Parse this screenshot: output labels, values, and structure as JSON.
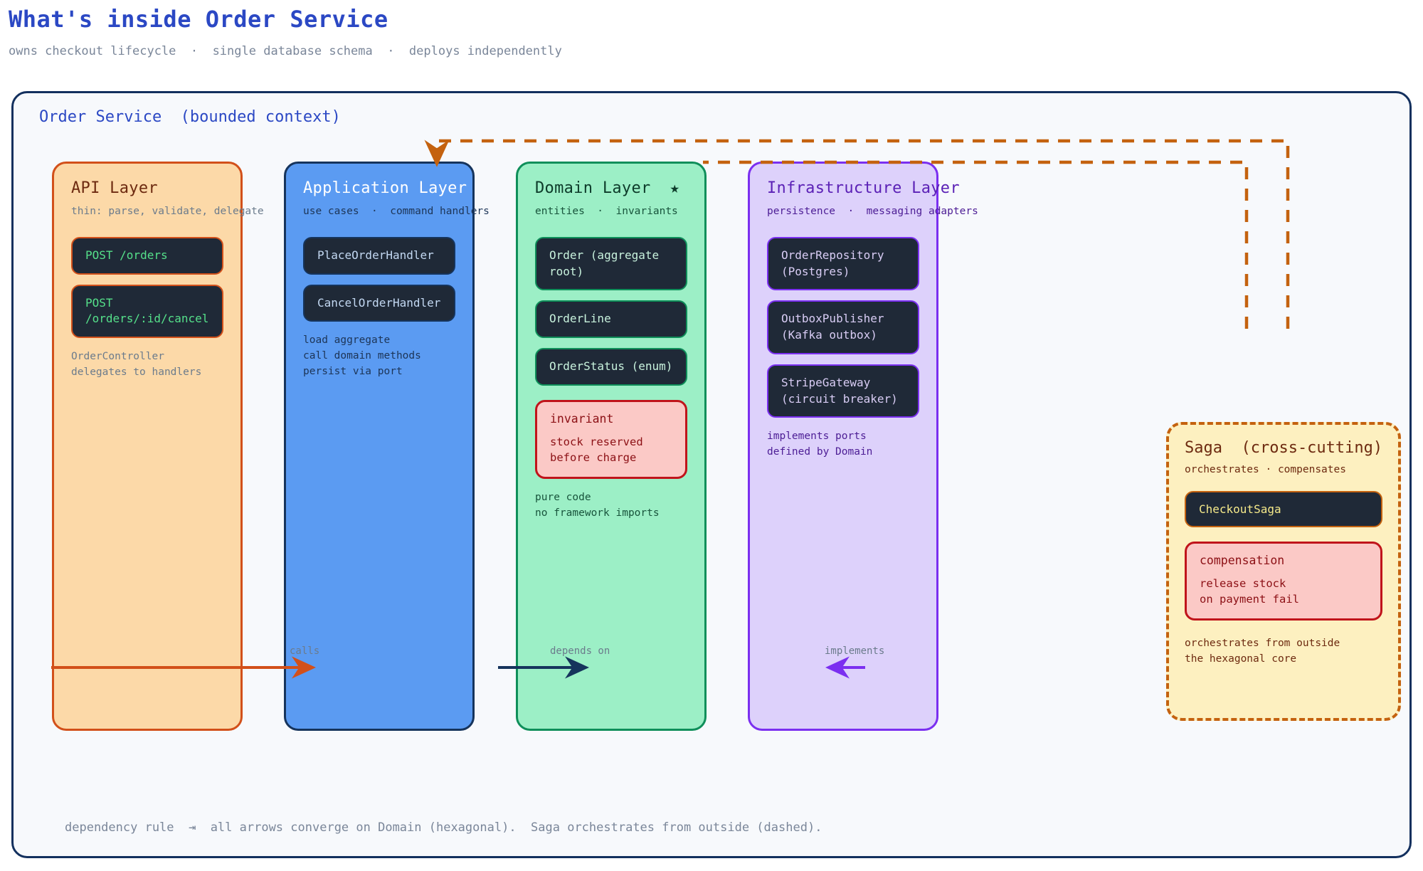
{
  "header": {
    "title": "What's inside Order Service",
    "subtitle": "owns checkout lifecycle  ·  single database schema  ·  deploys independently"
  },
  "context": {
    "title": "Order Service  (bounded context)",
    "footer": "dependency rule  ⇥  all arrows converge on Domain (hexagonal).  Saga orchestrates from outside (dashed)."
  },
  "layers": [
    {
      "id": "api",
      "title": "API Layer",
      "subtitle": "thin: parse, validate, delegate",
      "chips": [
        "POST /orders",
        "POST /orders/:id/cancel"
      ],
      "note": "OrderController\ndelegates to handlers",
      "colors": {
        "fill": "#fcd9a8",
        "border": "#d2501a",
        "title": "#6d2a10",
        "chip_text": "#55e08a"
      }
    },
    {
      "id": "app",
      "title": "Application Layer",
      "subtitle": "use cases  ·  command handlers",
      "chips": [
        "PlaceOrderHandler",
        "CancelOrderHandler"
      ],
      "note": "load aggregate\ncall domain methods\npersist via port",
      "colors": {
        "fill": "#5b9bf2",
        "border": "#16345c",
        "title": "#ffffff",
        "chip_text": "#c3d8f2"
      }
    },
    {
      "id": "domain",
      "title": "Domain Layer  ★",
      "subtitle": "entities  ·  invariants",
      "chips": [
        "Order  (aggregate root)",
        "OrderLine",
        "OrderStatus  (enum)"
      ],
      "callout": {
        "title": "invariant",
        "body": "stock reserved\nbefore charge"
      },
      "note": "pure code\nno framework imports",
      "colors": {
        "fill": "#9cefc6",
        "border": "#0f8f5a",
        "title": "#0d3b2a",
        "chip_text": "#c8f2dd"
      }
    },
    {
      "id": "infra",
      "title": "Infrastructure Layer",
      "subtitle": "persistence  ·  messaging adapters",
      "chips": [
        "OrderRepository\n(Postgres)",
        "OutboxPublisher\n(Kafka outbox)",
        "StripeGateway\n(circuit breaker)"
      ],
      "note": "implements ports\ndefined by Domain",
      "colors": {
        "fill": "#ddd1fb",
        "border": "#7b2ff0",
        "title": "#5b21b6",
        "chip_text": "#d9cdf5"
      }
    }
  ],
  "saga": {
    "title": "Saga  (cross-cutting)",
    "subtitle": "orchestrates · compensates",
    "chip": "CheckoutSaga",
    "callout": {
      "title": "compensation",
      "body": "release stock\non payment fail"
    },
    "note": "orchestrates from outside\nthe hexagonal core",
    "colors": {
      "fill": "#fdf0c0",
      "border": "#c4620f",
      "title": "#6d2a10",
      "chip_text": "#f5e98a"
    }
  },
  "arrows": [
    {
      "id": "calls",
      "label": "calls",
      "color": "#d2501a"
    },
    {
      "id": "depends-on",
      "label": "depends on",
      "color": "#16345c"
    },
    {
      "id": "implements",
      "label": "implements",
      "color": "#7b2ff0"
    }
  ]
}
